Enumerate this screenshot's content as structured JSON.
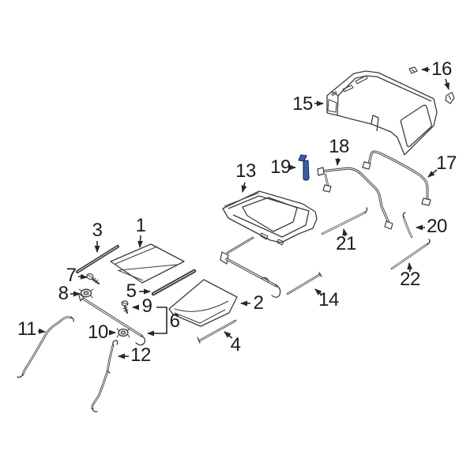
{
  "diagram": {
    "background_color": "#ffffff",
    "line_color": "#3c3c3c",
    "label_color": "#1b1b1b",
    "highlight_color": "#3c5ea9",
    "highlighted_callout": "19"
  },
  "callouts": [
    {
      "label": "1"
    },
    {
      "label": "2"
    },
    {
      "label": "3"
    },
    {
      "label": "4"
    },
    {
      "label": "5"
    },
    {
      "label": "6"
    },
    {
      "label": "7"
    },
    {
      "label": "8"
    },
    {
      "label": "9"
    },
    {
      "label": "10"
    },
    {
      "label": "11"
    },
    {
      "label": "12"
    },
    {
      "label": "13"
    },
    {
      "label": "14"
    },
    {
      "label": "15"
    },
    {
      "label": "16"
    },
    {
      "label": "17"
    },
    {
      "label": "18"
    },
    {
      "label": "19"
    },
    {
      "label": "20"
    },
    {
      "label": "21"
    },
    {
      "label": "22"
    }
  ]
}
